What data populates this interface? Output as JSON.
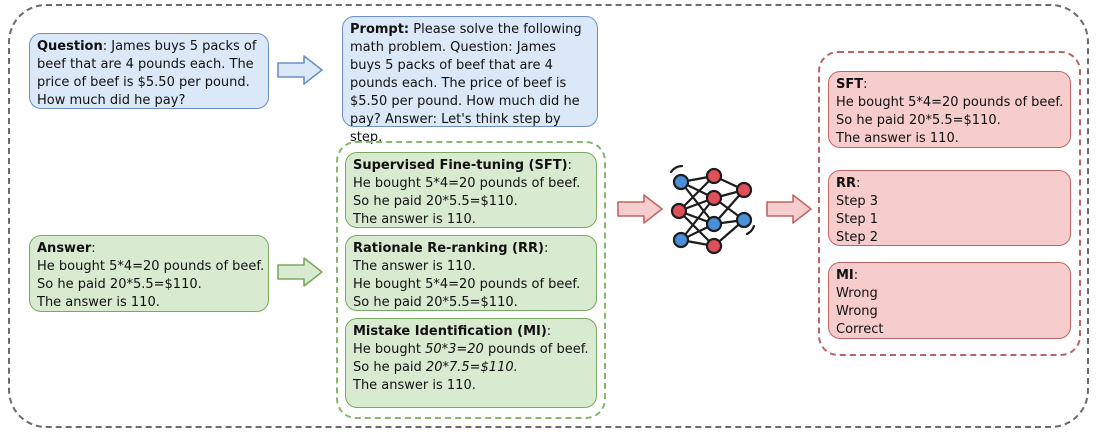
{
  "question": {
    "label": "Question",
    "text": ": James buys 5 packs of beef that are 4 pounds each. The price of beef is $5.50 per pound. How much did he pay?"
  },
  "prompt": {
    "label": "Prompt:",
    "text": " Please solve the following math problem. Question: James buys 5 packs of beef that are 4 pounds each. The price of beef is $5.50 per pound. How much did he pay? Answer: Let's think step by step."
  },
  "answer": {
    "label": "Answer",
    "colon": ":",
    "lines": [
      "He bought 5*4=20 pounds of beef.",
      "So he paid 20*5.5=$110.",
      "The answer is 110."
    ]
  },
  "sft_input": {
    "label": "Supervised Fine-tuning (SFT)",
    "colon": ":",
    "lines": [
      "He bought 5*4=20 pounds of beef.",
      "So he paid 20*5.5=$110.",
      "The answer is 110."
    ]
  },
  "rr_input": {
    "label": "Rationale Re-ranking (RR)",
    "colon": ":",
    "lines": [
      "The answer is 110.",
      "He bought 5*4=20 pounds of beef.",
      "So he paid 20*5.5=$110."
    ]
  },
  "mi_input": {
    "label": "Mistake Identification (MI)",
    "colon": ":",
    "l1_pre": "He bought ",
    "l1_err": "50*3=20",
    "l1_post": " pounds of beef.",
    "l2_pre": "So he paid ",
    "l2_err": "20*7.5=$110.",
    "l3": "The answer is 110."
  },
  "sft_output": {
    "label": "SFT",
    "colon": ":",
    "lines": [
      "He bought 5*4=20 pounds of beef.",
      "So he paid 20*5.5=$110.",
      "The answer is 110."
    ]
  },
  "rr_output": {
    "label": "RR",
    "colon": ":",
    "lines": [
      "Step 3",
      "Step 1",
      "Step 2"
    ]
  },
  "mi_output": {
    "label": "MI",
    "colon": ":",
    "lines": [
      "Wrong",
      "Wrong",
      "Correct"
    ]
  },
  "colors": {
    "blue_fill": "#dbe8f7",
    "green_fill": "#d8ead0",
    "red_fill": "#f6cccc",
    "node_red": "#e0505a",
    "node_blue": "#4a90d9"
  }
}
